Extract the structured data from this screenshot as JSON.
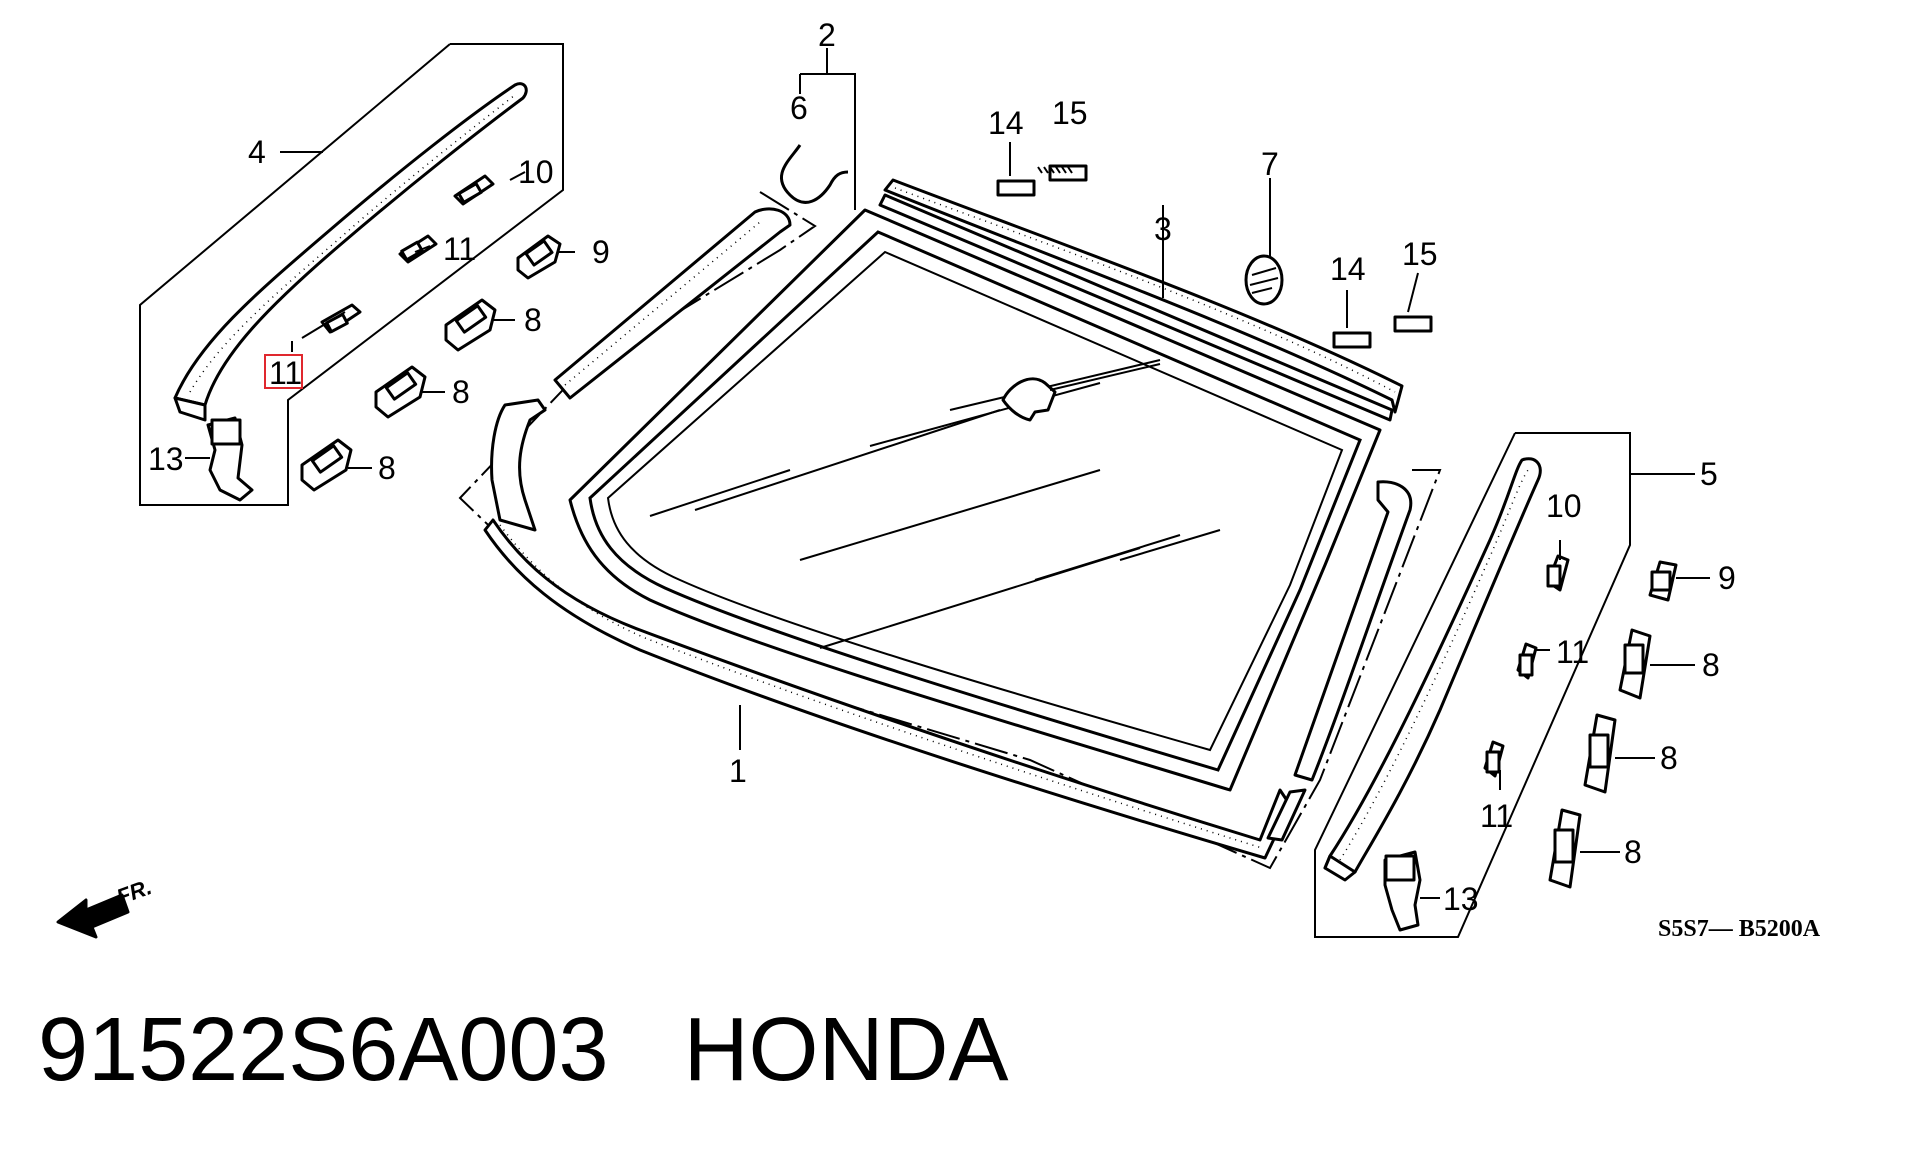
{
  "diagram": {
    "callouts": [
      {
        "id": "c1",
        "text": "1"
      },
      {
        "id": "c2",
        "text": "2"
      },
      {
        "id": "c3",
        "text": "3"
      },
      {
        "id": "c4",
        "text": "4"
      },
      {
        "id": "c5",
        "text": "5"
      },
      {
        "id": "c6",
        "text": "6"
      },
      {
        "id": "c7",
        "text": "7"
      },
      {
        "id": "c8a",
        "text": "8"
      },
      {
        "id": "c8b",
        "text": "8"
      },
      {
        "id": "c8c",
        "text": "8"
      },
      {
        "id": "c8d",
        "text": "8"
      },
      {
        "id": "c8e",
        "text": "8"
      },
      {
        "id": "c8f",
        "text": "8"
      },
      {
        "id": "c9a",
        "text": "9"
      },
      {
        "id": "c9b",
        "text": "9"
      },
      {
        "id": "c10a",
        "text": "10"
      },
      {
        "id": "c10b",
        "text": "10"
      },
      {
        "id": "c11a",
        "text": "11"
      },
      {
        "id": "c11b",
        "text": "11"
      },
      {
        "id": "c11c",
        "text": "11"
      },
      {
        "id": "c11d",
        "text": "11"
      },
      {
        "id": "c13a",
        "text": "13"
      },
      {
        "id": "c13b",
        "text": "13"
      },
      {
        "id": "c14a",
        "text": "14"
      },
      {
        "id": "c14b",
        "text": "14"
      },
      {
        "id": "c15a",
        "text": "15"
      },
      {
        "id": "c15b",
        "text": "15"
      }
    ],
    "highlighted_callout": "11",
    "front_arrow_label": "FR.",
    "drawing_code": "S5S7— B5200A",
    "highlight_color": "#e0282e"
  },
  "caption": {
    "part_number": "91522S6A003",
    "brand": "HONDA"
  }
}
